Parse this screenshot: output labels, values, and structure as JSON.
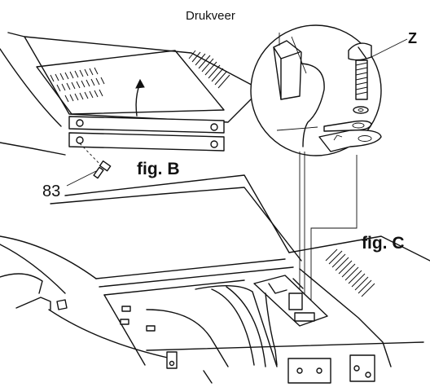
{
  "labels": {
    "drukveer": "Drukveer",
    "z": "Z",
    "fig_b": "fig. B",
    "part_83": "83",
    "fig_c": "fig. C"
  },
  "colors": {
    "line": "#111111",
    "background": "#ffffff"
  },
  "icons": {
    "pressure_spring": "drukveer-block",
    "screw": "screw-z",
    "washer": "washer",
    "ring_terminal": "ring-terminal",
    "screw_83": "screw-83"
  }
}
